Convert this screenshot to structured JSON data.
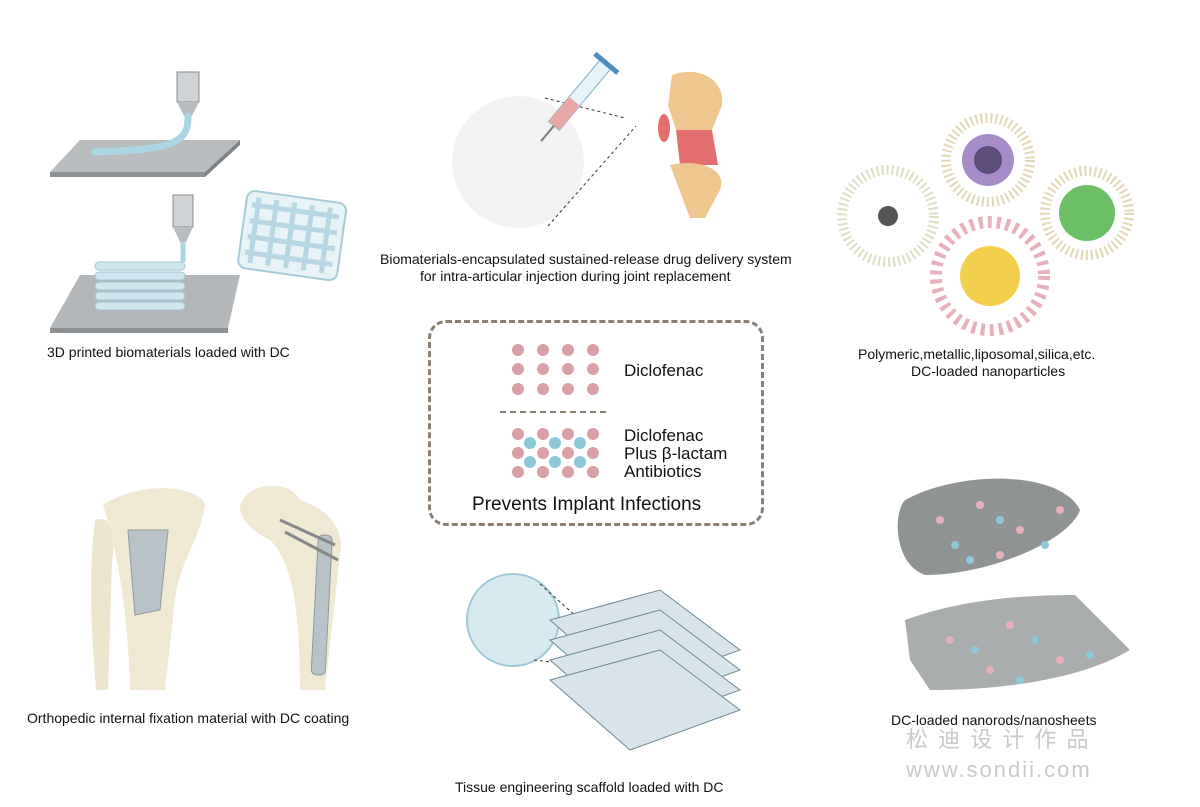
{
  "captions": {
    "printing": "3D printed biomaterials loaded with DC",
    "injection_line1": "Biomaterials-encapsulated sustained-release drug delivery system",
    "injection_line2": "for intra-articular injection during joint replacement",
    "nanoparticles_line1": "Polymeric,metallic,liposomal,silica,etc.",
    "nanoparticles_line2": "DC-loaded nanoparticles",
    "fixation": "Orthopedic internal fixation material with DC coating",
    "scaffold": "Tissue engineering scaffold loaded with DC",
    "nanorods": "DC-loaded nanorods/nanosheets"
  },
  "legend": {
    "item1": "Diclofenac",
    "item2_line1": "Diclofenac",
    "item2_line2": "Plus β-lactam",
    "item2_line3": "Antibiotics",
    "footer": "Prevents Implant Infections"
  },
  "watermark": {
    "line1": "松 迪 设 计 作 品",
    "line2": "www.sondii.com"
  },
  "colors": {
    "diclofenac": "#d9a0a8",
    "antibiotic": "#8cc8d8",
    "box_border": "#8a7f72"
  }
}
